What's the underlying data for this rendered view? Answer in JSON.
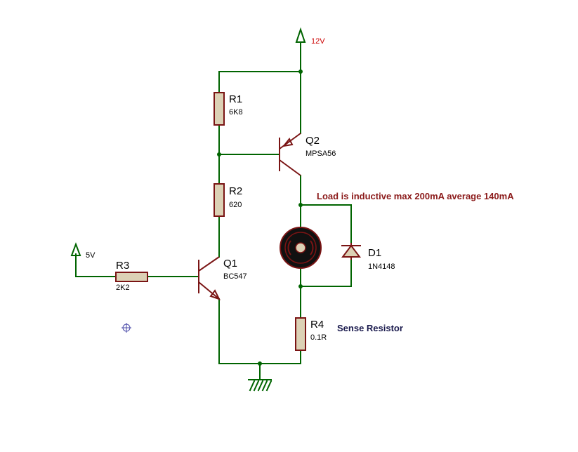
{
  "power": {
    "vcc12": {
      "label": "12V",
      "color": "#cc0000"
    },
    "vcc5": {
      "label": "5V",
      "color": "#000000"
    }
  },
  "components": {
    "r1": {
      "ref": "R1",
      "value": "6K8"
    },
    "r2": {
      "ref": "R2",
      "value": "620"
    },
    "r3": {
      "ref": "R3",
      "value": "2K2"
    },
    "r4": {
      "ref": "R4",
      "value": "0.1R"
    },
    "q1": {
      "ref": "Q1",
      "value": "BC547"
    },
    "q2": {
      "ref": "Q2",
      "value": "MPSA56"
    },
    "d1": {
      "ref": "D1",
      "value": "1N4148"
    }
  },
  "notes": {
    "load": {
      "text": "Load is inductive max 200mA average 140mA",
      "color": "#8b1a1a"
    },
    "sense": {
      "text": "Sense Resistor",
      "color": "#1a1a4d"
    }
  },
  "colors": {
    "wire": "#006400",
    "component": "#7a1414",
    "component_fill": "#dcd1b5",
    "origin_marker": "#4a4aa8"
  }
}
